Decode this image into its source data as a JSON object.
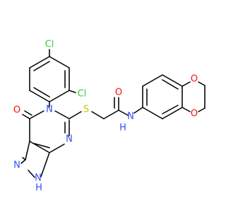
{
  "molecule": {
    "colors": {
      "bond": "#000000",
      "Cl": "#33cc33",
      "O": "#ff0d0d",
      "N": "#3050f8",
      "S": "#c8c800",
      "background": "#ffffff"
    },
    "labels": {
      "cl_top": "Cl",
      "cl_ortho": "Cl",
      "o_carbonyl_ring": "O",
      "n_ring_pyrimidinone": "N",
      "s_thioether": "S",
      "n_ring_pyrimidine": "N",
      "n_pyrazole": "N",
      "nh_pyrazole": "N",
      "h_pyrazole": "H",
      "o_amide": "O",
      "nh_amide": "N",
      "h_amide": "H",
      "o_dioxane_top": "O",
      "o_dioxane_bottom": "O"
    }
  }
}
